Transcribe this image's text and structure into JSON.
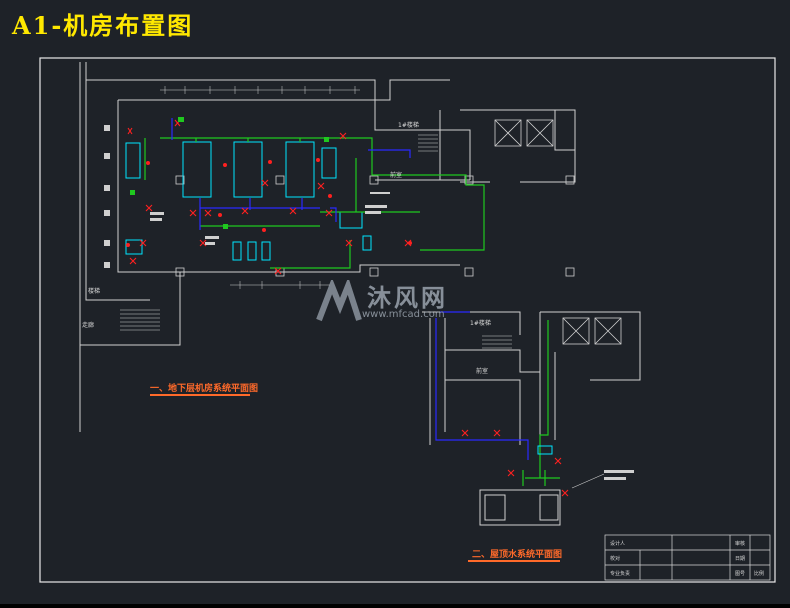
{
  "title": "A1-机房布置图",
  "watermark": {
    "brand": "沐风网",
    "url": "www.mfcad.com",
    "logo": "mf-logo-icon"
  },
  "plans": [
    {
      "caption": "一、地下层机房系统平面图"
    },
    {
      "caption": "二、屋顶水系统平面图"
    }
  ],
  "room_labels": [
    "1#楼梯",
    "1#楼梯",
    "楼梯",
    "走廊",
    "前室",
    "前室"
  ],
  "title_block": {
    "rows": [
      [
        "设计人",
        "",
        "",
        "审核",
        ""
      ],
      [
        "校对",
        "",
        "",
        "日期",
        ""
      ],
      [
        "专业负责",
        "",
        "",
        "图号",
        "比例"
      ]
    ]
  },
  "colors": {
    "background": "#1e2228",
    "frame": "#e8e8e8",
    "wall": "#d0d0d0",
    "supply": "#1fc81f",
    "return": "#2a2aff",
    "equipment": "#00e5ff",
    "valves": "#ff2020",
    "caption": "#ff6a2a",
    "title": "#ffe800"
  }
}
